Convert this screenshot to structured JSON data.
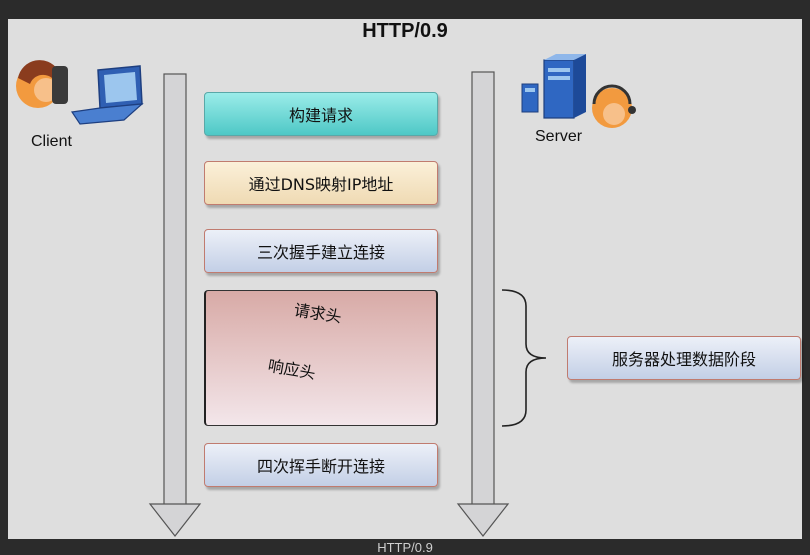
{
  "title": "HTTP/0.9",
  "caption": "HTTP/0.9",
  "client_label": "Client",
  "server_label": "Server",
  "steps": {
    "build_request": "构建请求",
    "dns": "通过DNS映射IP地址",
    "handshake": "三次握手建立连接",
    "teardown": "四次挥手断开连接"
  },
  "exchange": {
    "request_header": "请求头",
    "response_header": "响应头"
  },
  "server_phase": "服务器处理数据阶段",
  "colors": {
    "timeline": "#d4d4d6",
    "cyan_box": "#6fd9d6",
    "cream_box": "#f5e6c8",
    "blue_box": "#d6def0",
    "pink_area": "#e4c4c4"
  }
}
